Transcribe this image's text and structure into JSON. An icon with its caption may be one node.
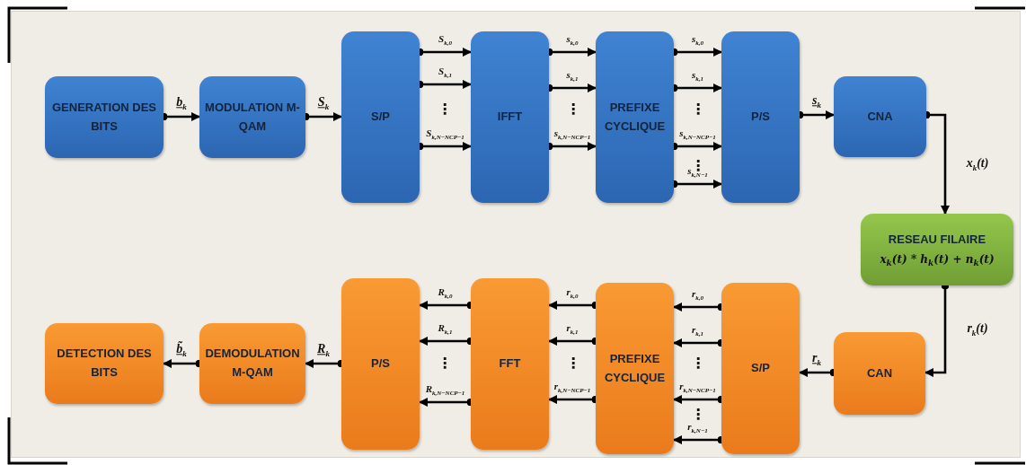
{
  "diagram": {
    "nodes": [
      {
        "text": [
          "GENERATION DES BITS"
        ]
      },
      {
        "text": [
          "MODULATION M-QAM"
        ]
      },
      {
        "text": [
          "S/P"
        ]
      },
      {
        "text": [
          "IFFT"
        ]
      },
      {
        "text": [
          "PREFIXE CYCLIQUE"
        ]
      },
      {
        "text": [
          "P/S"
        ]
      },
      {
        "text": [
          "CNA"
        ]
      },
      {
        "text": [
          "RESEAU FILAIRE",
          "x$_{k}$(t) * h$_{k}$(t) + n$_{k}$(t)"
        ]
      },
      {
        "text": [
          "CAN"
        ]
      },
      {
        "text": [
          "S/P"
        ]
      },
      {
        "text": [
          "PREFIXE CYCLIQUE"
        ]
      },
      {
        "text": [
          "FFT"
        ]
      },
      {
        "text": [
          "P/S"
        ]
      },
      {
        "text": [
          "DEMODULATION M-QAM"
        ]
      },
      {
        "text": [
          "DETECTION DES BITS"
        ]
      }
    ],
    "edges": [
      {
        "from": 0,
        "to": 1,
        "arrow": "to",
        "label": "b$_{k}$"
      },
      {
        "from": 1,
        "to": 2,
        "arrow": "to",
        "label": "S$_{k}$"
      },
      {
        "from": 2,
        "to": 3,
        "arrow": "to",
        "label": "S$_{k,0}$"
      },
      {
        "from": 2,
        "to": 3,
        "arrow": "to",
        "label": "S$_{k,1}$"
      },
      {
        "from": 2,
        "to": 3,
        "arrow": "to",
        "label": "S$_{k,N−N}$$_{CP}$$_{−1}$"
      },
      {
        "from": 3,
        "to": 4,
        "arrow": "to",
        "label": "s$_{k,0}$"
      },
      {
        "from": 3,
        "to": 4,
        "arrow": "to",
        "label": "s$_{k,1}$"
      },
      {
        "from": 3,
        "to": 4,
        "arrow": "to",
        "label": "s$_{k,N−N}$$_{CP}$$_{−1}$"
      },
      {
        "from": 4,
        "to": 5,
        "arrow": "to",
        "label": "s$_{k,0}$"
      },
      {
        "from": 4,
        "to": 5,
        "arrow": "to",
        "label": "s$_{k,1}$"
      },
      {
        "from": 4,
        "to": 5,
        "arrow": "to",
        "label": "s$_{k,N−N}$$_{CP}$$_{−1}$"
      },
      {
        "from": 4,
        "to": 5,
        "arrow": "to",
        "label": "s$_{k,N−1}$"
      },
      {
        "from": 5,
        "to": 6,
        "arrow": "to",
        "label": "s$_{k}$"
      },
      {
        "from": 6,
        "to": 7,
        "arrow": "to",
        "label": "x$_{k}$(t)"
      },
      {
        "from": 7,
        "to": 8,
        "arrow": "to",
        "label": "r$_{k}$(t)"
      },
      {
        "from": 8,
        "to": 9,
        "arrow": "to",
        "label": "r$_{k}$"
      },
      {
        "from": 9,
        "to": 10,
        "arrow": "to",
        "label": "r$_{k,0}$"
      },
      {
        "from": 9,
        "to": 10,
        "arrow": "to",
        "label": "r$_{k,1}$"
      },
      {
        "from": 9,
        "to": 10,
        "arrow": "to",
        "label": "r$_{k,N−N}$$_{CP}$$_{−1}$"
      },
      {
        "from": 9,
        "to": 10,
        "arrow": "to",
        "label": "r$_{k,N−1}$"
      },
      {
        "from": 10,
        "to": 11,
        "arrow": "to",
        "label": "r$_{k,0}$"
      },
      {
        "from": 10,
        "to": 11,
        "arrow": "to",
        "label": "r$_{k,1}$"
      },
      {
        "from": 10,
        "to": 11,
        "arrow": "to",
        "label": "r$_{k,N−N}$$_{CP}$$_{−1}$"
      },
      {
        "from": 11,
        "to": 12,
        "arrow": "to",
        "label": "R$_{k,0}$"
      },
      {
        "from": 11,
        "to": 12,
        "arrow": "to",
        "label": "R$_{k,1}$"
      },
      {
        "from": 11,
        "to": 12,
        "arrow": "to",
        "label": "R$_{k,N−N}$$_{CP}$$_{−1}$"
      },
      {
        "from": 12,
        "to": 13,
        "arrow": "to",
        "label": "R$_{k}$"
      },
      {
        "from": 13,
        "to": 14,
        "arrow": "to",
        "label": "b̃$_{k}$"
      }
    ],
    "labels": [
      "⋮",
      "⋮",
      "⋮",
      "⋮",
      "⋮",
      "⋮",
      "⋮",
      "⋮"
    ]
  }
}
